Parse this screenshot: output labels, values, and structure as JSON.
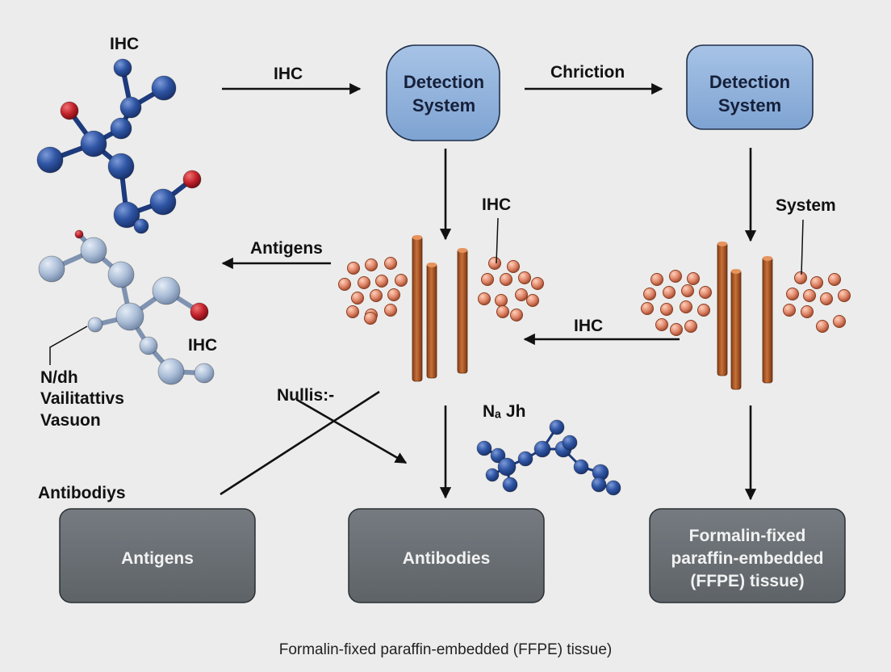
{
  "labels": {
    "ihc_top_left": "IHC",
    "ihc_arrow_1": "IHC",
    "chriction": "Chriction",
    "ihc_mid": "IHC",
    "system_right": "System",
    "antigens_arrow": "Antigens",
    "ihc_return_arrow": "IHC",
    "ihc_molecule": "IHC",
    "ndh_line1": "N/dh",
    "ndh_line2": "Vailitattivs",
    "ndh_line3": "Vasuon",
    "nullis": "Nullis:-",
    "no_jh": "Nₐ Jh",
    "antibodiys": "Antibodiys"
  },
  "nodes": {
    "detection_1": [
      "Detection",
      "System"
    ],
    "detection_2": [
      "Detection",
      "System"
    ]
  },
  "boxes": {
    "antigens": [
      "Antigens"
    ],
    "antibodies": [
      "Antibodies"
    ],
    "ffpe": [
      "Formalin-fixed",
      "paraffin-embedded",
      "(FFPE) tissue)"
    ]
  },
  "caption": "Formalin-fixed paraffin-embedded (FFPE) tissue)",
  "colors": {
    "background": "#ececec",
    "node_fill": "#8fb2dc",
    "box_fill": "#686e72",
    "atom_blue": "#2f55a4",
    "atom_red": "#c0202a",
    "atom_light": "#a9bcd6",
    "bead_fill": "#e0876a",
    "rod_fill": "#b85e2b"
  }
}
